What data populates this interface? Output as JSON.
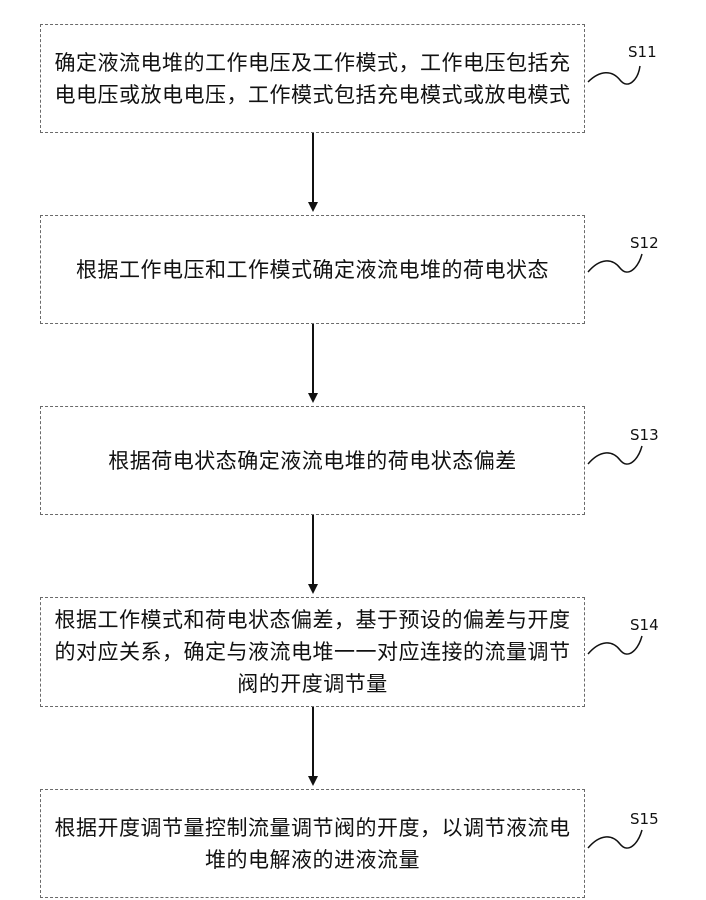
{
  "steps": [
    {
      "id": "S11",
      "text": "确定液流电堆的工作电压及工作模式，工作电压包括充电电压或放电电压，工作模式包括充电模式或放电模式"
    },
    {
      "id": "S12",
      "text": "根据工作电压和工作模式确定液流电堆的荷电状态"
    },
    {
      "id": "S13",
      "text": "根据荷电状态确定液流电堆的荷电状态偏差"
    },
    {
      "id": "S14",
      "text": "根据工作模式和荷电状态偏差，基于预设的偏差与开度的对应关系，确定与液流电堆一一对应连接的流量调节阀的开度调节量"
    },
    {
      "id": "S15",
      "text": "根据开度调节量控制流量调节阀的开度，以调节液流电堆的电解液的进液流量"
    }
  ]
}
